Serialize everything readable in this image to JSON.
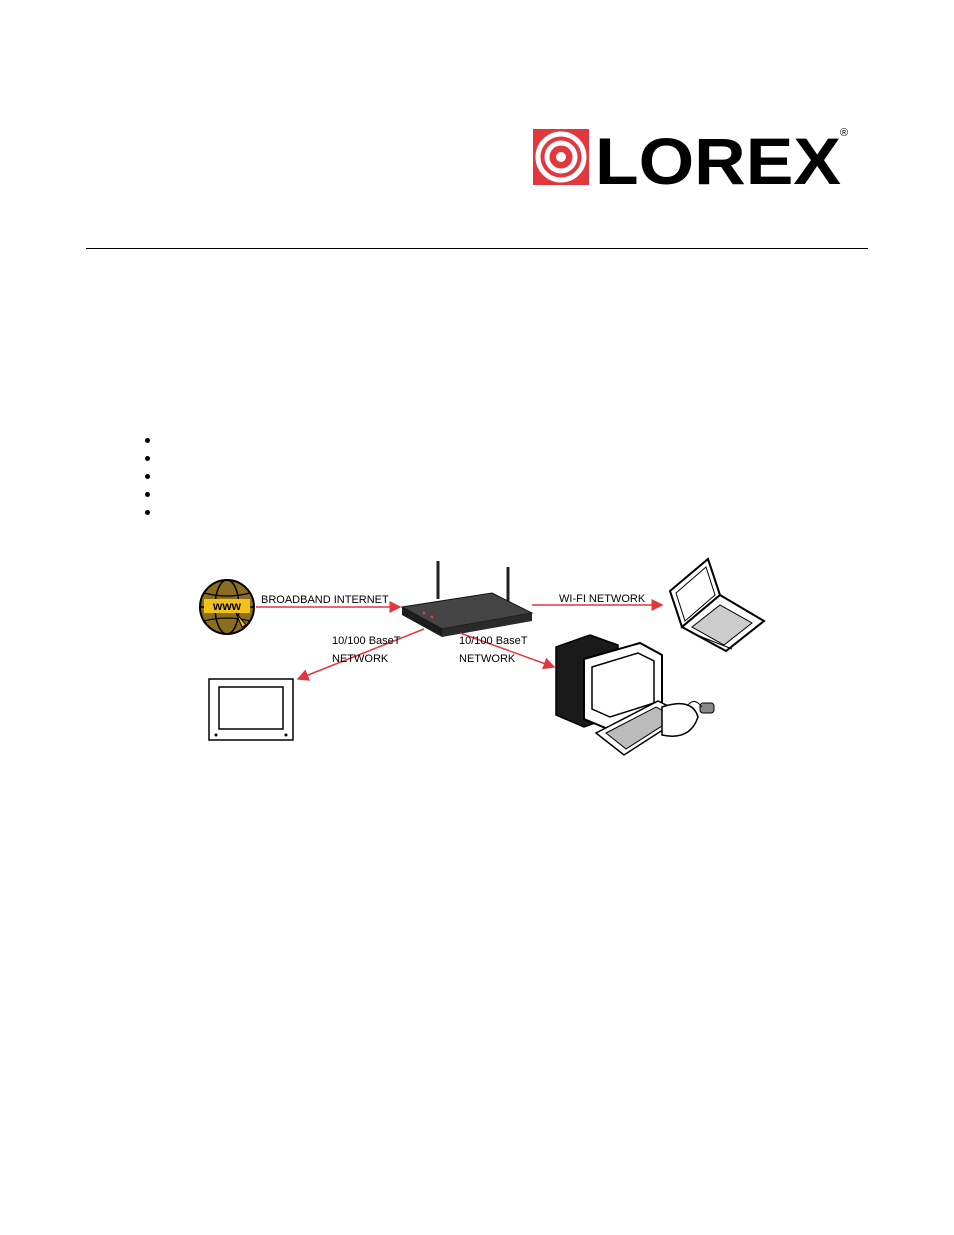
{
  "brand": {
    "name": "LOREX",
    "registered": "®",
    "color": "#e2373f"
  },
  "bullets": [
    "",
    "",
    "",
    "",
    ""
  ],
  "diagram": {
    "labels": {
      "broadband": "BROADBAND INTERNET",
      "wifi": "WI-FI NETWORK",
      "baset_left_1": "10/100 BaseT",
      "baset_left_2": "NETWORK",
      "baset_right_1": "10/100 BaseT",
      "baset_right_2": "NETWORK",
      "globe_text": "www"
    },
    "arrow_color": "#e2373f"
  }
}
